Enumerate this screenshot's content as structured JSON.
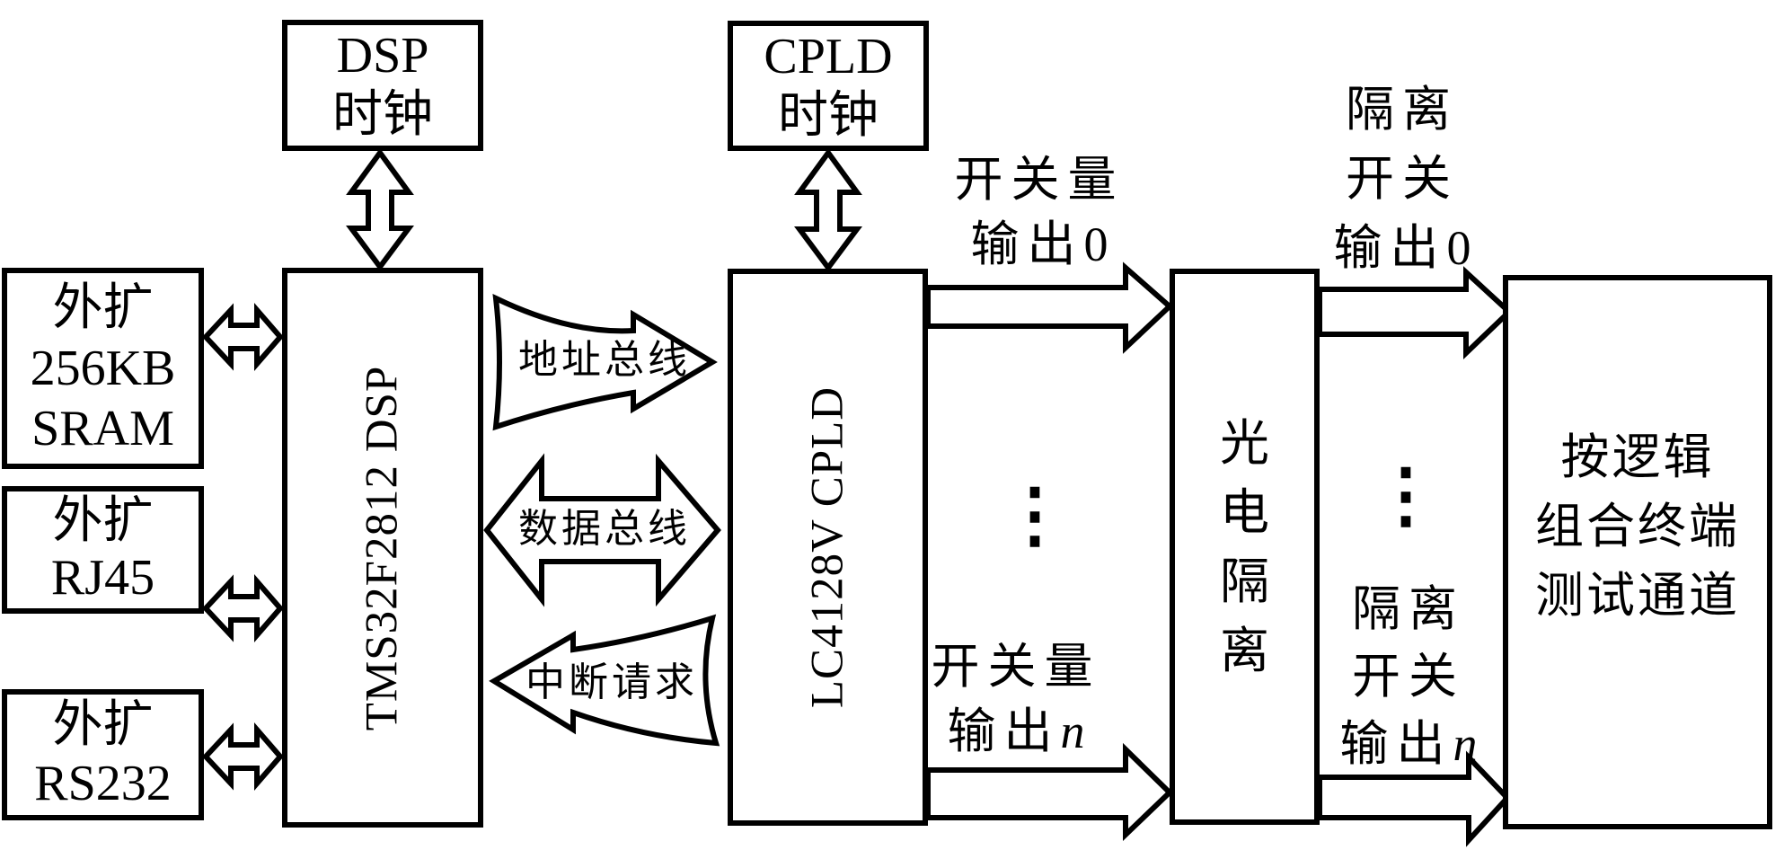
{
  "boxes": {
    "dsp_clock": {
      "l1": "DSP",
      "l2": "时钟"
    },
    "cpld_clock": {
      "l1": "CPLD",
      "l2": "时钟"
    },
    "sram": {
      "l1": "外扩",
      "l2": "256KB",
      "l3": "SRAM"
    },
    "rj45": {
      "l1": "外扩",
      "l2": "RJ45"
    },
    "rs232": {
      "l1": "外扩",
      "l2": "RS232"
    },
    "dsp_chip": {
      "label": "TMS32F2812 DSP"
    },
    "cpld_chip": {
      "label": "LC4128V CPLD"
    },
    "opto": {
      "c1": "光",
      "c2": "电",
      "c3": "隔",
      "c4": "离"
    },
    "terminal": {
      "l1": "按逻辑",
      "l2": "组合终端",
      "l3": "测试通道"
    }
  },
  "bus_labels": {
    "address": "地址总线",
    "data": "数据总线",
    "interrupt": "中断请求"
  },
  "signal_labels": {
    "sw_out_0": {
      "l1": "开关量",
      "l2": "输出",
      "suffix": "0"
    },
    "sw_out_n": {
      "l1": "开关量",
      "l2": "输出",
      "suffix": "n"
    },
    "iso_out_0": {
      "l1": "隔离",
      "l2": "开关",
      "l3": "输出",
      "suffix": "0"
    },
    "iso_out_n": {
      "l1": "隔离",
      "l2": "开关",
      "l3": "输出",
      "suffix": "n"
    }
  },
  "misc": {
    "ellipsis": "⋮",
    "stroke_color": "#000000",
    "background_color": "#ffffff"
  }
}
